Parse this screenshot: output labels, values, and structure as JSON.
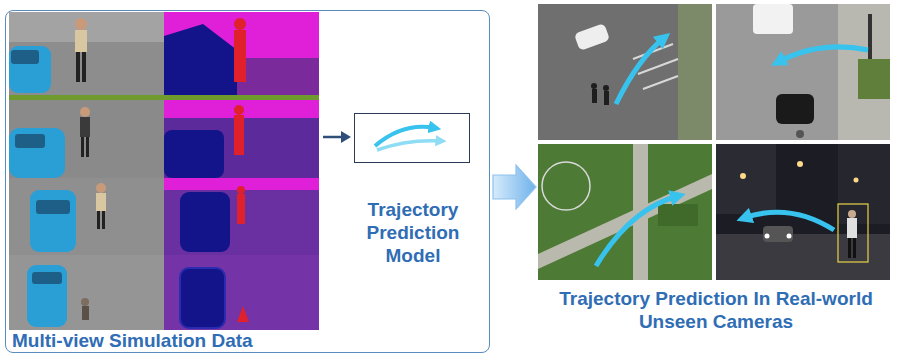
{
  "diagram": {
    "nodes": [
      {
        "text": [
          "Multi-view Simulation Data"
        ]
      },
      {
        "text": [
          "Trajectory Prediction Model"
        ],
        "in": 0
      },
      {
        "text": [
          "Trajectory Prediction In Real-world Unseen Cameras"
        ]
      }
    ],
    "edges": [
      {
        "from": 0,
        "to": 2,
        "arrow": "to"
      }
    ]
  }
}
